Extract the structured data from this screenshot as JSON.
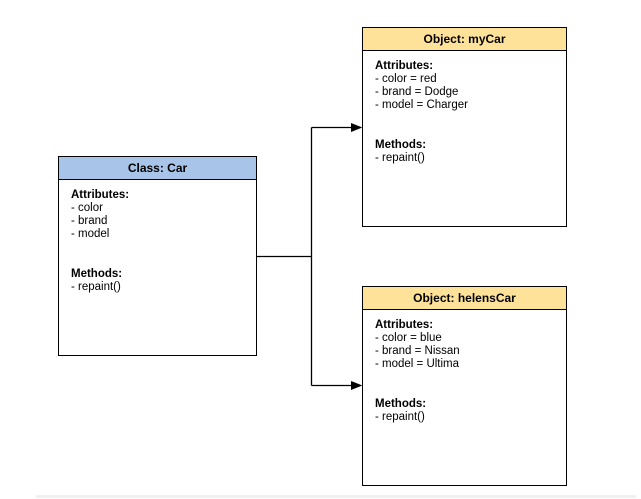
{
  "canvas": {
    "background": "#ffffff",
    "line_color": "#000000",
    "page_edge_color": "#f0f0f0"
  },
  "nodes": {
    "class_car": {
      "title": "Class: Car",
      "header_color": "#a8c4e9",
      "attributes_label": "Attributes:",
      "attributes": [
        "- color",
        "- brand",
        "- model"
      ],
      "methods_label": "Methods:",
      "methods": [
        "- repaint()"
      ]
    },
    "object_mycar": {
      "title": "Object: myCar",
      "header_color": "#ffe299",
      "attributes_label": "Attributes:",
      "attributes": [
        "- color = red",
        "- brand = Dodge",
        "- model = Charger"
      ],
      "methods_label": "Methods:",
      "methods": [
        "- repaint()"
      ]
    },
    "object_helenscar": {
      "title": "Object: helensCar",
      "header_color": "#ffe299",
      "attributes_label": "Attributes:",
      "attributes": [
        "- color = blue",
        "- brand = Nissan",
        "- model = Ultima"
      ],
      "methods_label": "Methods:",
      "methods": [
        "- repaint()"
      ]
    }
  }
}
